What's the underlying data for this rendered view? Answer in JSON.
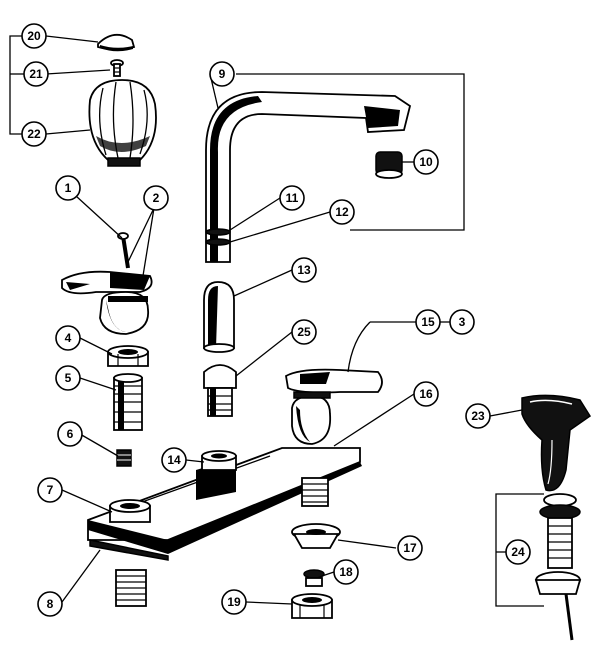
{
  "diagram": {
    "callouts": [
      {
        "id": "c20",
        "label": "20"
      },
      {
        "id": "c21",
        "label": "21"
      },
      {
        "id": "c22",
        "label": "22"
      },
      {
        "id": "c1",
        "label": "1"
      },
      {
        "id": "c2",
        "label": "2"
      },
      {
        "id": "c4",
        "label": "4"
      },
      {
        "id": "c5",
        "label": "5"
      },
      {
        "id": "c6",
        "label": "6"
      },
      {
        "id": "c7",
        "label": "7"
      },
      {
        "id": "c8",
        "label": "8"
      },
      {
        "id": "c9",
        "label": "9"
      },
      {
        "id": "c10",
        "label": "10"
      },
      {
        "id": "c11",
        "label": "11"
      },
      {
        "id": "c12",
        "label": "12"
      },
      {
        "id": "c13",
        "label": "13"
      },
      {
        "id": "c25",
        "label": "25"
      },
      {
        "id": "c15",
        "label": "15"
      },
      {
        "id": "c3",
        "label": "3"
      },
      {
        "id": "c16",
        "label": "16"
      },
      {
        "id": "c14",
        "label": "14"
      },
      {
        "id": "c17",
        "label": "17"
      },
      {
        "id": "c18",
        "label": "18"
      },
      {
        "id": "c19",
        "label": "19"
      },
      {
        "id": "c23",
        "label": "23"
      },
      {
        "id": "c24",
        "label": "24"
      }
    ]
  }
}
